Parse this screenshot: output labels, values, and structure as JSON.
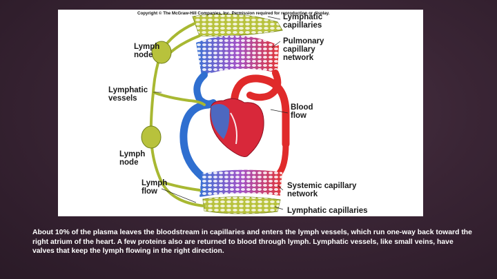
{
  "figure": {
    "copyright": "Copyright © The McGraw-Hill Companies, Inc. Permission required for reproduction or display.",
    "labels": {
      "lymphatic_capillaries_top": [
        "Lymphatic",
        "capillaries"
      ],
      "pulmonary_capillary_network": [
        "Pulmonary",
        "capillary",
        "network"
      ],
      "lymph_node_top": [
        "Lymph",
        "node"
      ],
      "lymphatic_vessels": [
        "Lymphatic",
        "vessels"
      ],
      "blood_flow": [
        "Blood",
        "flow"
      ],
      "lymph_node_bottom": [
        "Lymph",
        "node"
      ],
      "lymph_flow": [
        "Lymph",
        "flow"
      ],
      "systemic_capillary_network": [
        "Systemic capillary",
        "network"
      ],
      "lymphatic_capillaries_bottom": "Lymphatic capillaries"
    },
    "colors": {
      "artery": "#e02a2a",
      "vein": "#2f6fd0",
      "lymph": "#b5c43a",
      "capillary_mix": "#9a55c8"
    }
  },
  "caption": "About 10% of the plasma leaves the bloodstream in capillaries and enters the lymph vessels, which run one-way back toward the right atrium of the heart. A few proteins also are returned to blood through lymph. Lymphatic vessels, like small veins, have valves that keep the lymph flowing in the right direction."
}
